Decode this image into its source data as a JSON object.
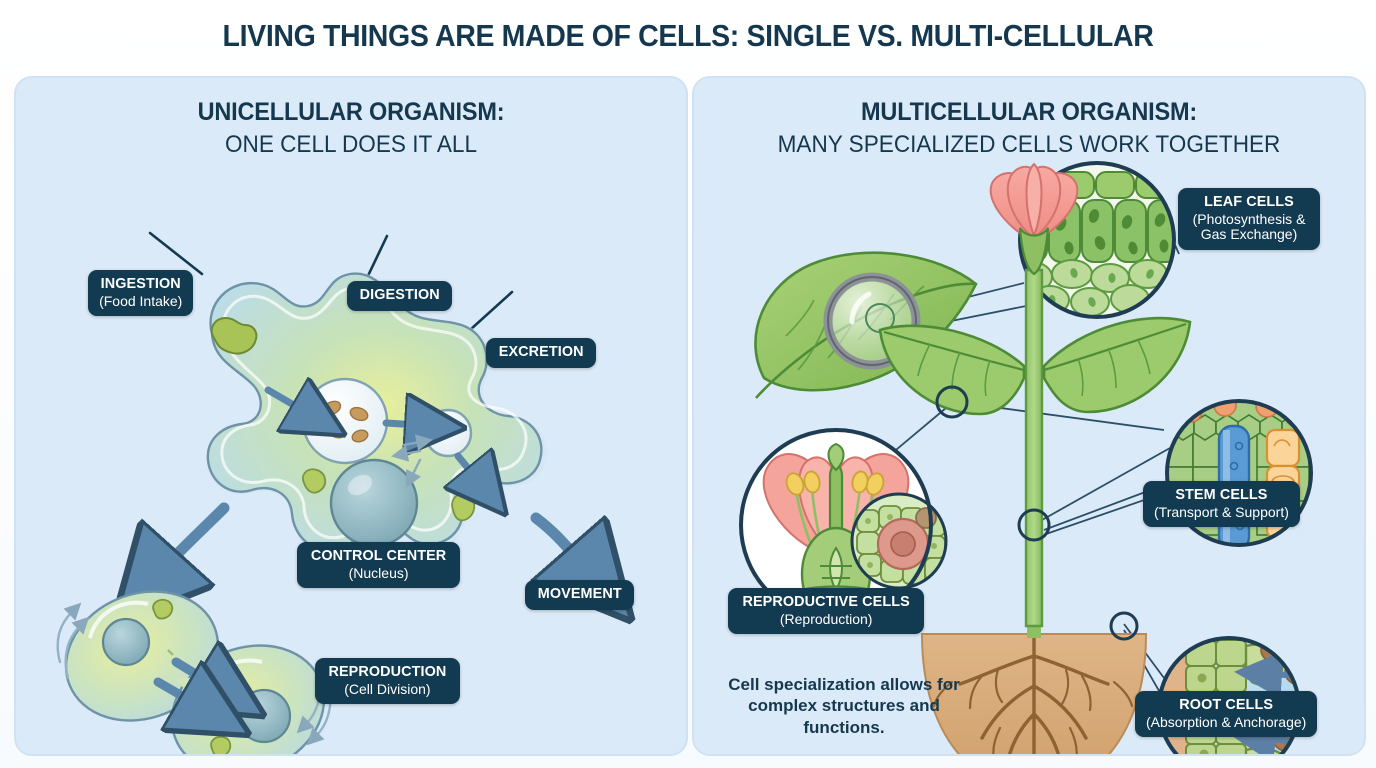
{
  "title": "LIVING THINGS ARE MADE OF CELLS: SINGLE VS. MULTI-CELLULAR",
  "colors": {
    "title_text": "#15384f",
    "panel_bg": "#dbeaf8",
    "chip_bg": "#123a50",
    "chip_text": "#ffffff",
    "arrow_blue": "#5b87ad",
    "leaf_green": "#7cb342",
    "flower_pink": "#f2938c",
    "soil_tan": "#d8ab76",
    "xylem_blue": "#5b9bd5",
    "phloem_orange": "#f0b265"
  },
  "left_panel": {
    "heading_line1": "UNICELLULAR ORGANISM:",
    "heading_line2": "ONE CELL DOES IT ALL",
    "labels": [
      {
        "title": "INGESTION",
        "sub": "(Food Intake)"
      },
      {
        "title": "DIGESTION",
        "sub": ""
      },
      {
        "title": "EXCRETION",
        "sub": ""
      },
      {
        "title": "MOVEMENT",
        "sub": ""
      },
      {
        "title": "CONTROL CENTER",
        "sub": "(Nucleus)"
      },
      {
        "title": "REPRODUCTION",
        "sub": "(Cell Division)"
      }
    ]
  },
  "right_panel": {
    "heading_line1": "MULTICELLULAR ORGANISM:",
    "heading_line2": "MANY SPECIALIZED CELLS WORK TOGETHER",
    "labels": [
      {
        "title": "LEAF CELLS",
        "sub": "(Photosynthesis & Gas Exchange)"
      },
      {
        "title": "STEM CELLS",
        "sub": "(Transport & Support)"
      },
      {
        "title": "ROOT CELLS",
        "sub": "(Absorption & Anchorage)"
      },
      {
        "title": "REPRODUCTIVE CELLS",
        "sub": "(Reproduction)"
      }
    ],
    "caption": "Cell specialization allows for complex structures and functions."
  }
}
